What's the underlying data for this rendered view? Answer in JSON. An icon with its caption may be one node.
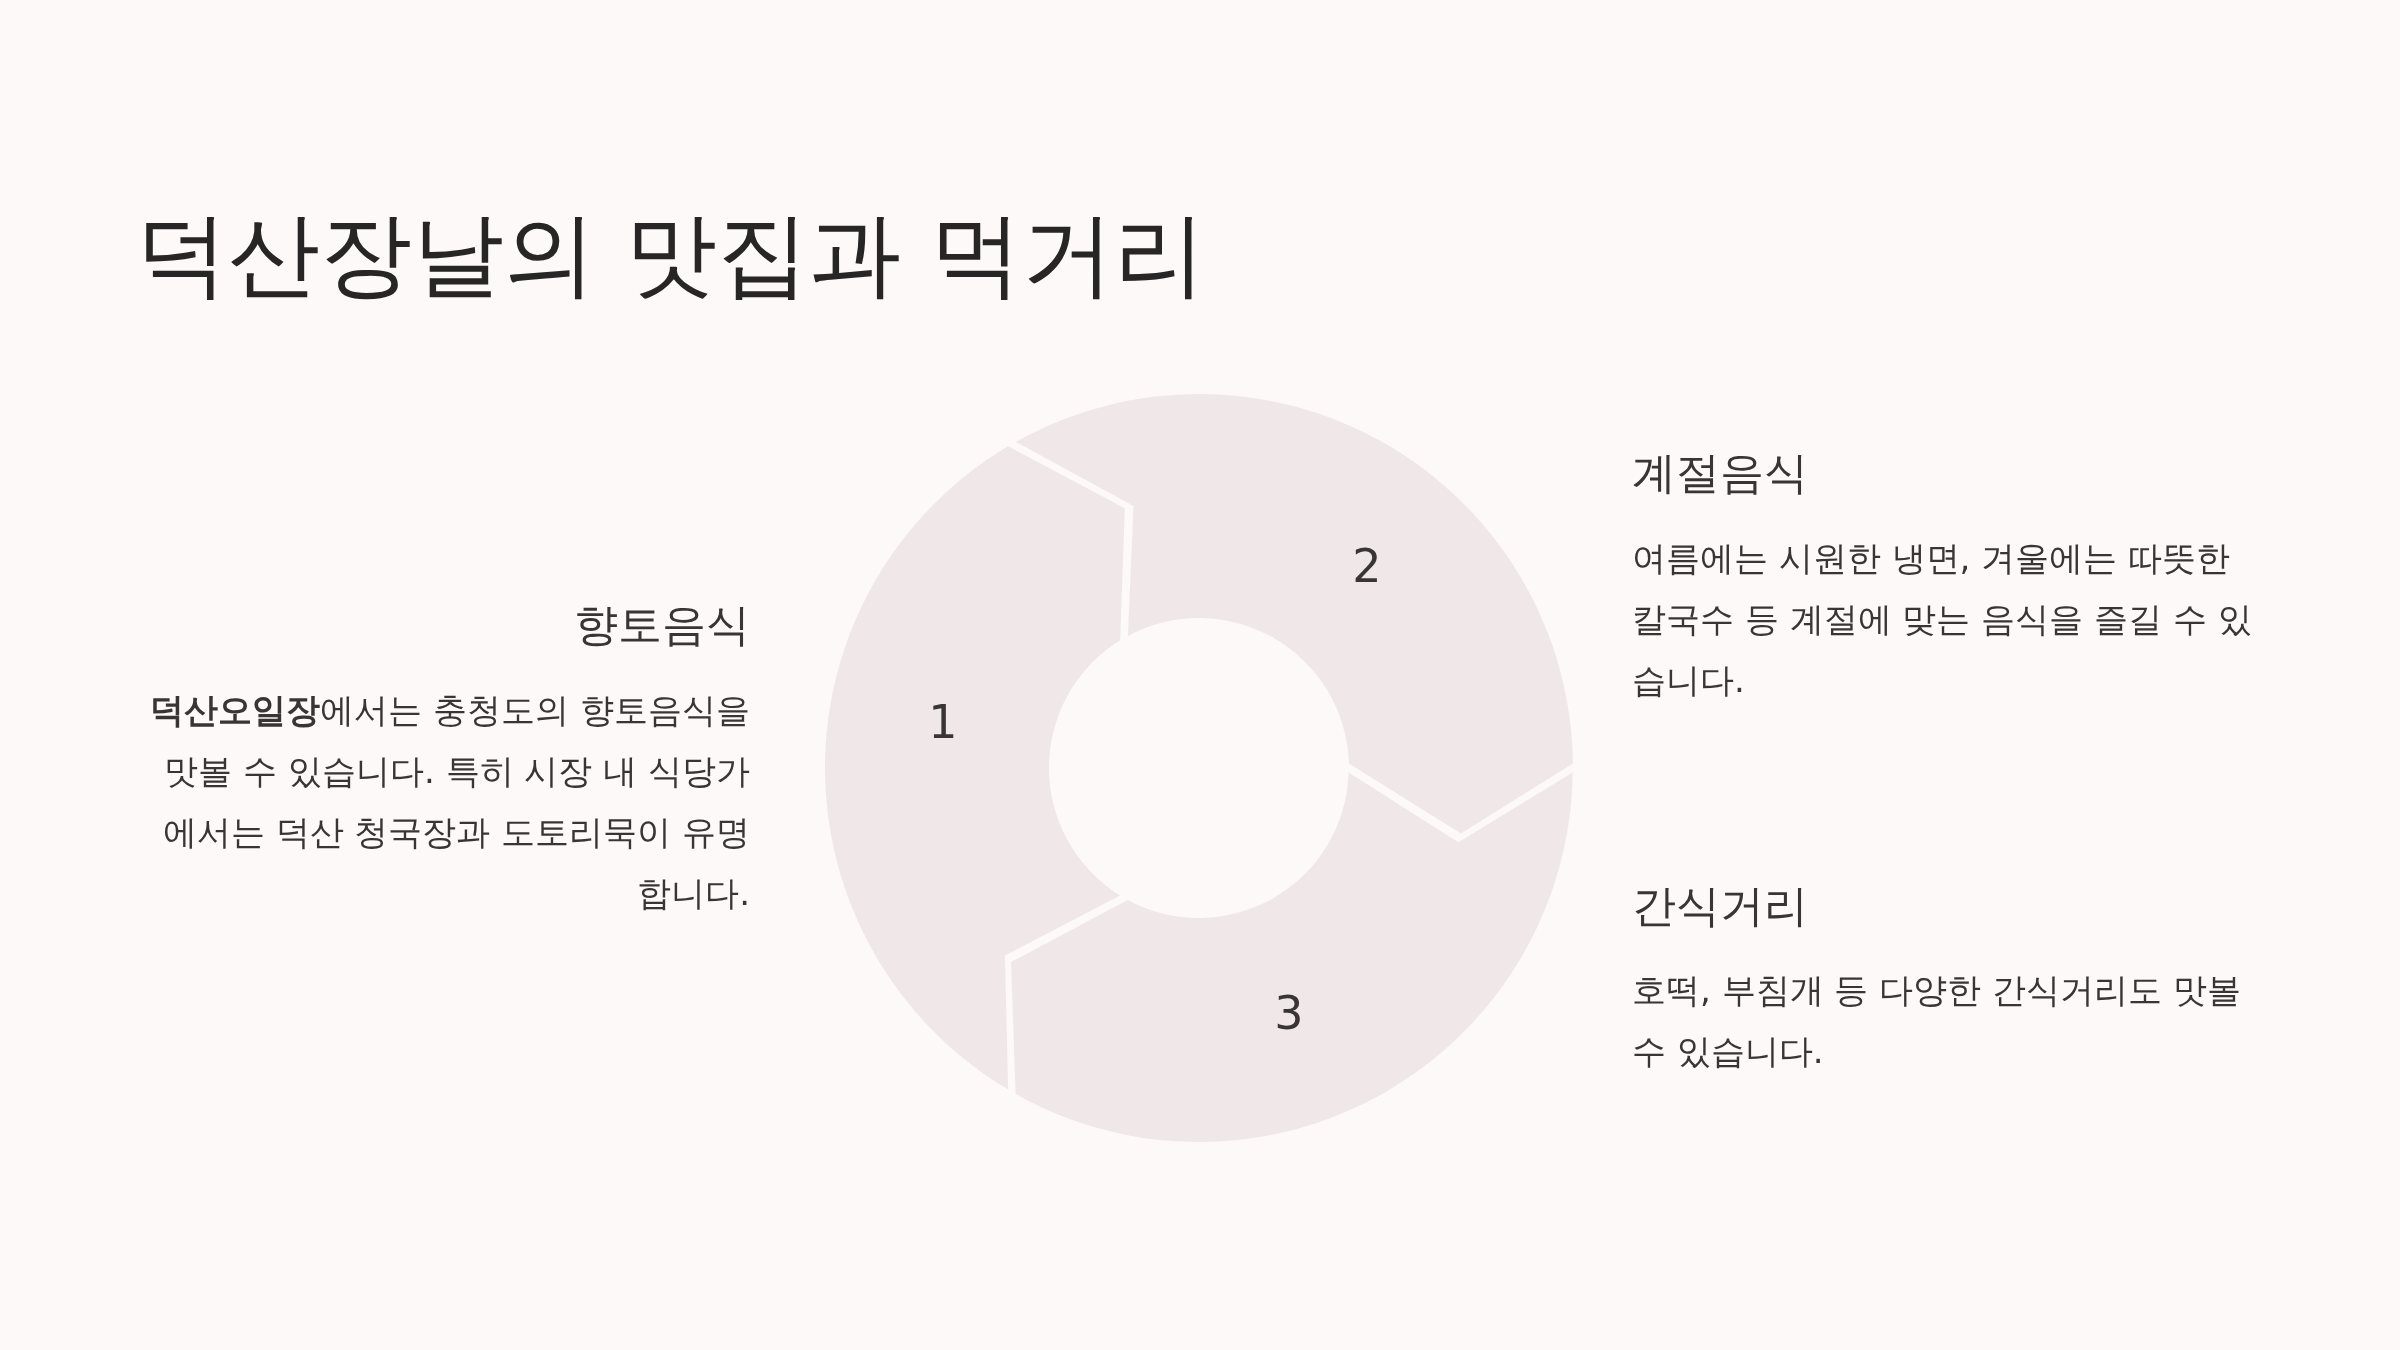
{
  "diagram": {
    "title": "덕산장날의 맛집과 먹거리",
    "nodes": [
      {
        "text": [
          "1"
        ]
      },
      {
        "text": [
          "2"
        ]
      },
      {
        "text": [
          "3"
        ]
      }
    ],
    "edges": [],
    "labels": [
      "향토음식",
      "**덕산오일장**에서는 충청도의 향토음식을 맛볼 수 있습니다. 특히 시장 내 식당가에서는 덕산 청국장과 도토리묵이 유명합니다.",
      "계절음식",
      "여름에는 시원한 냉면, 겨울에는 따뜻한 칼국수 등 계절에 맞는 음식을 즐길 수 있습니다.",
      "간식거리",
      "호떡, 부침개 등 다양한 간식거리도 맛볼 수 있습니다."
    ]
  }
}
